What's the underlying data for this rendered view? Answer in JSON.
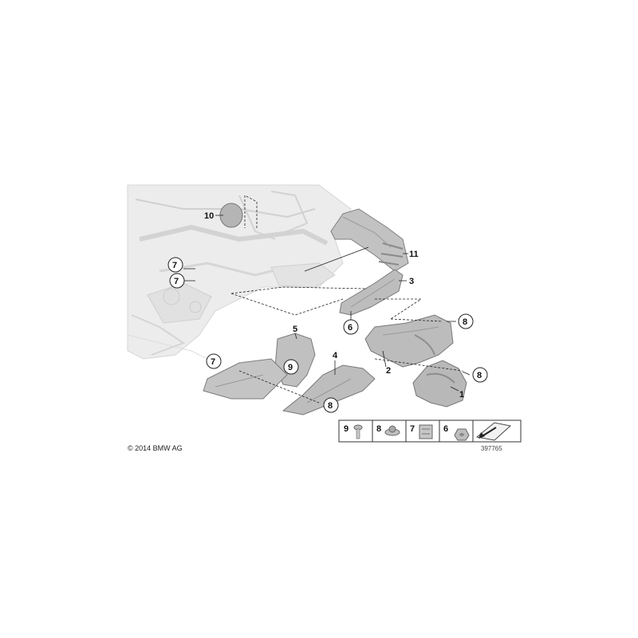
{
  "callouts": {
    "c1": "1",
    "c2": "2",
    "c3": "3",
    "c4": "4",
    "c5": "5",
    "c6": "6",
    "c7a": "7",
    "c7b": "7",
    "c7c": "7",
    "c8a": "8",
    "c8b": "8",
    "c8c": "8",
    "c9": "9",
    "c10": "10",
    "c11": "11"
  },
  "legend": {
    "items": [
      {
        "number": "9",
        "icon": "push-rivet-icon"
      },
      {
        "number": "8",
        "icon": "flange-nut-icon"
      },
      {
        "number": "7",
        "icon": "clip-nut-icon"
      },
      {
        "number": "6",
        "icon": "hex-nut-icon"
      },
      {
        "number": "",
        "icon": "arrow-sheet-icon"
      }
    ]
  },
  "footer": {
    "copyright": "© 2014 BMW AG",
    "diagram_number": "397765"
  },
  "colors": {
    "part_fill": "#bdbdbd",
    "part_dark": "#8f8f8f",
    "body_ghost": "#e8e8e8",
    "body_line": "#d2d2d2"
  }
}
